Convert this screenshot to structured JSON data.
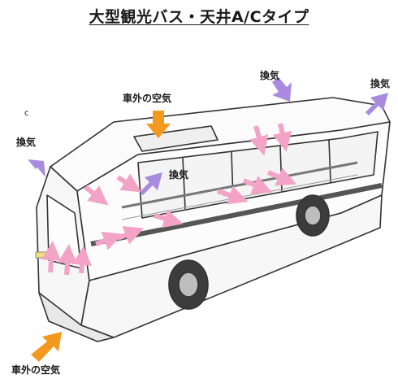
{
  "title": "大型観光バス・天井A/Cタイプ",
  "labels": {
    "outside_air_top": "車外の空気",
    "outside_air_bottom": "車外の空気",
    "exhaust_left": "換気",
    "exhaust_center": "換気",
    "exhaust_right_1": "換気",
    "exhaust_right_2": "換気",
    "stray_mark": "c"
  },
  "colors": {
    "inflow_arrow": "#f39a1e",
    "exhaust_arrow": "#a98be0",
    "internal_flow_arrow": "#f3a3c6",
    "bus_outline": "#333333"
  }
}
